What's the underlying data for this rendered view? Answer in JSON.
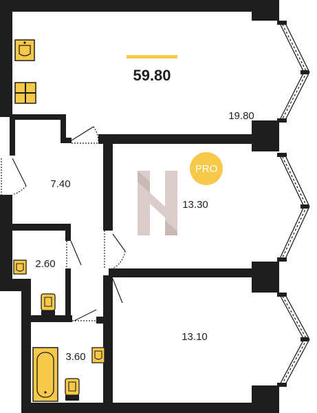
{
  "floorplan": {
    "total_area": "59.80",
    "rooms": [
      {
        "id": "living",
        "area": "19.80"
      },
      {
        "id": "hall",
        "area": "7.40"
      },
      {
        "id": "bedroom-1",
        "area": "13.30"
      },
      {
        "id": "wc",
        "area": "2.60"
      },
      {
        "id": "bathroom",
        "area": "3.60"
      },
      {
        "id": "bedroom-2",
        "area": "13.10"
      }
    ],
    "badge": "PRO",
    "colors": {
      "wall": "#1e1e1e",
      "fixture": "#f6c94a",
      "fixture_outline": "#1e1e1e",
      "badge": "#f6c94a",
      "logo": "#d9ccc9"
    },
    "icons": [
      "sink-icon",
      "stove-icon",
      "toilet-icon",
      "bathtub-icon",
      "window-bay-icon",
      "door-swing-icon",
      "brand-logo-icon"
    ]
  }
}
